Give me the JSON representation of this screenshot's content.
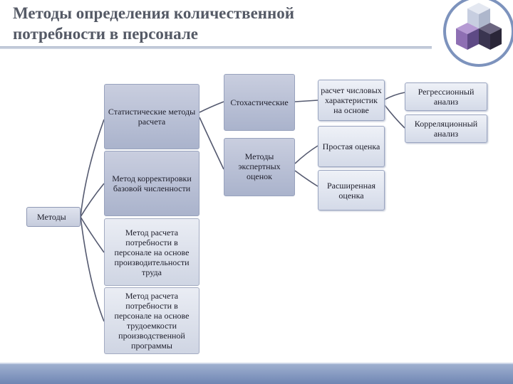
{
  "slide": {
    "title": "Методы определения количественной\nпотребности в персонале"
  },
  "nodes": {
    "root": "Методы",
    "stat": "Статистические методы расчета",
    "correction": "Метод корректировки базовой численности",
    "productivity": "Метод расчета потребности в персонале на основе производительности труда",
    "laboriousness": "Метод расчета потребности в персонале на основе трудоемкости производственной программы",
    "stochastic": "Стохастические",
    "expert": "Методы экспертных оценок",
    "calc": "расчет числовых характеристик на основе",
    "simple": "Простая оценка",
    "extended": "Расширенная оценка",
    "regression": "Регрессионный анализ",
    "correlation": "Корреляционный анализ"
  },
  "colors": {
    "title": "#555a66",
    "connector": "#555a70",
    "logo_front": "#8e6fb3",
    "logo_dark": "#3a3550",
    "logo_light": "#c9d0e0"
  }
}
